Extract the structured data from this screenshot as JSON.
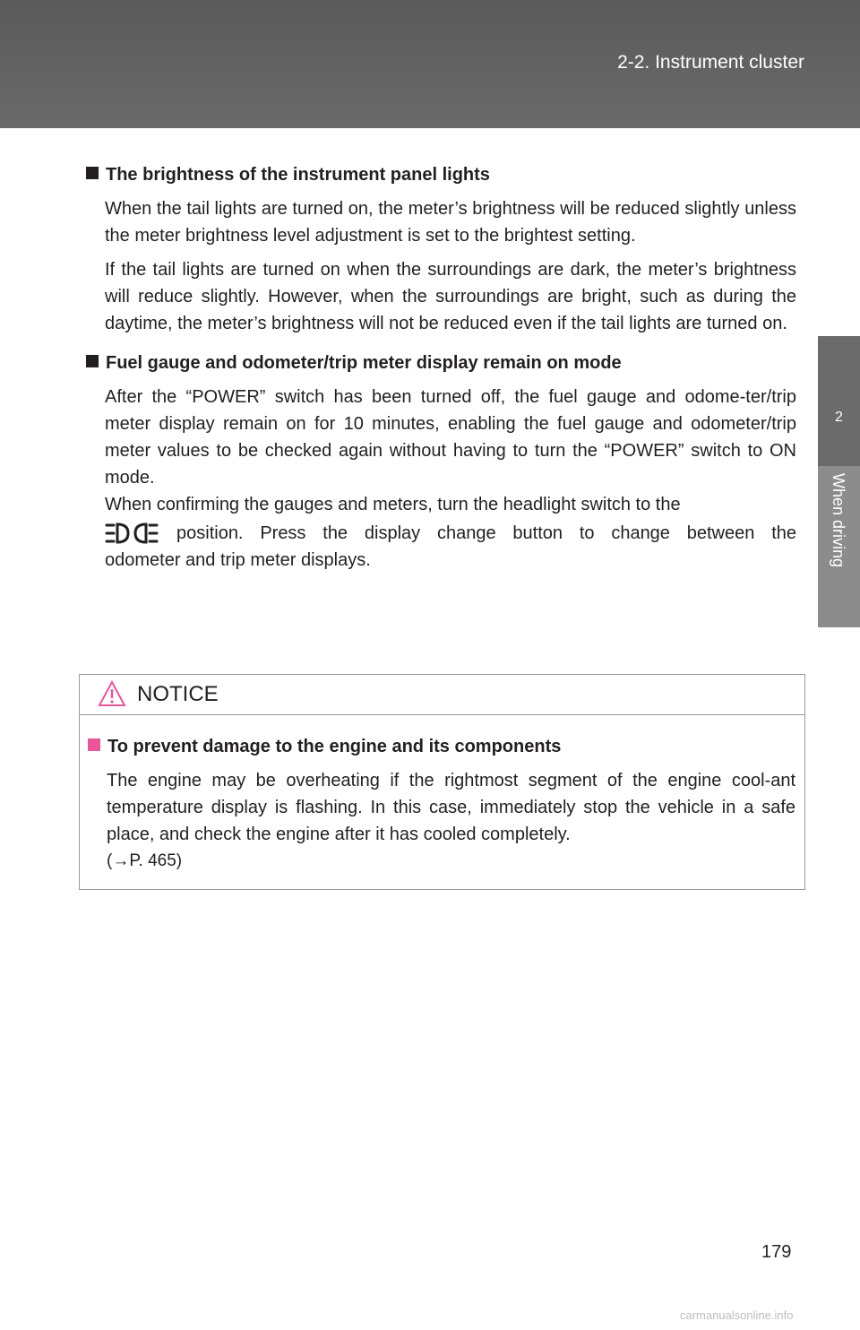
{
  "header": {
    "section": "2-2. Instrument cluster"
  },
  "side_tab": {
    "number": "2",
    "label": "When driving"
  },
  "sections": [
    {
      "heading": "The brightness of the instrument panel lights",
      "paragraphs": [
        "When the tail lights are turned on, the meter’s brightness will be reduced slightly unless the meter brightness level adjustment is set to the brightest setting.",
        "If the tail lights are turned on when the surroundings are dark, the meter’s brightness will reduce slightly. However, when the surroundings are bright, such as during the daytime, the meter’s brightness will not be reduced even if the tail lights are turned on."
      ]
    },
    {
      "heading": "Fuel gauge and odometer/trip meter display remain on mode",
      "paragraphs": [
        "After the “POWER” switch has been turned off, the fuel gauge and odome-ter/trip meter display remain on for 10 minutes, enabling the fuel gauge and odometer/trip meter values to be checked again without having to turn the “POWER” switch to ON mode.",
        "When confirming the gauges and meters, turn the headlight switch to the"
      ],
      "icon_line": "position. Press the display change button to change between the",
      "after_icon": "odometer and trip meter displays."
    }
  ],
  "notice": {
    "title": "NOTICE",
    "heading": "To prevent damage to the engine and its components",
    "body": "The engine may be overheating if the rightmost segment of the engine cool-ant temperature display is flashing. In this case, immediately stop the vehicle in a safe place, and check the engine after it has cooled completely.",
    "ref": "(→P. 465)"
  },
  "page_number": "179",
  "watermark": "carmanualsonline.info",
  "colors": {
    "header": "#626262",
    "notice_accent": "#e8559a"
  }
}
